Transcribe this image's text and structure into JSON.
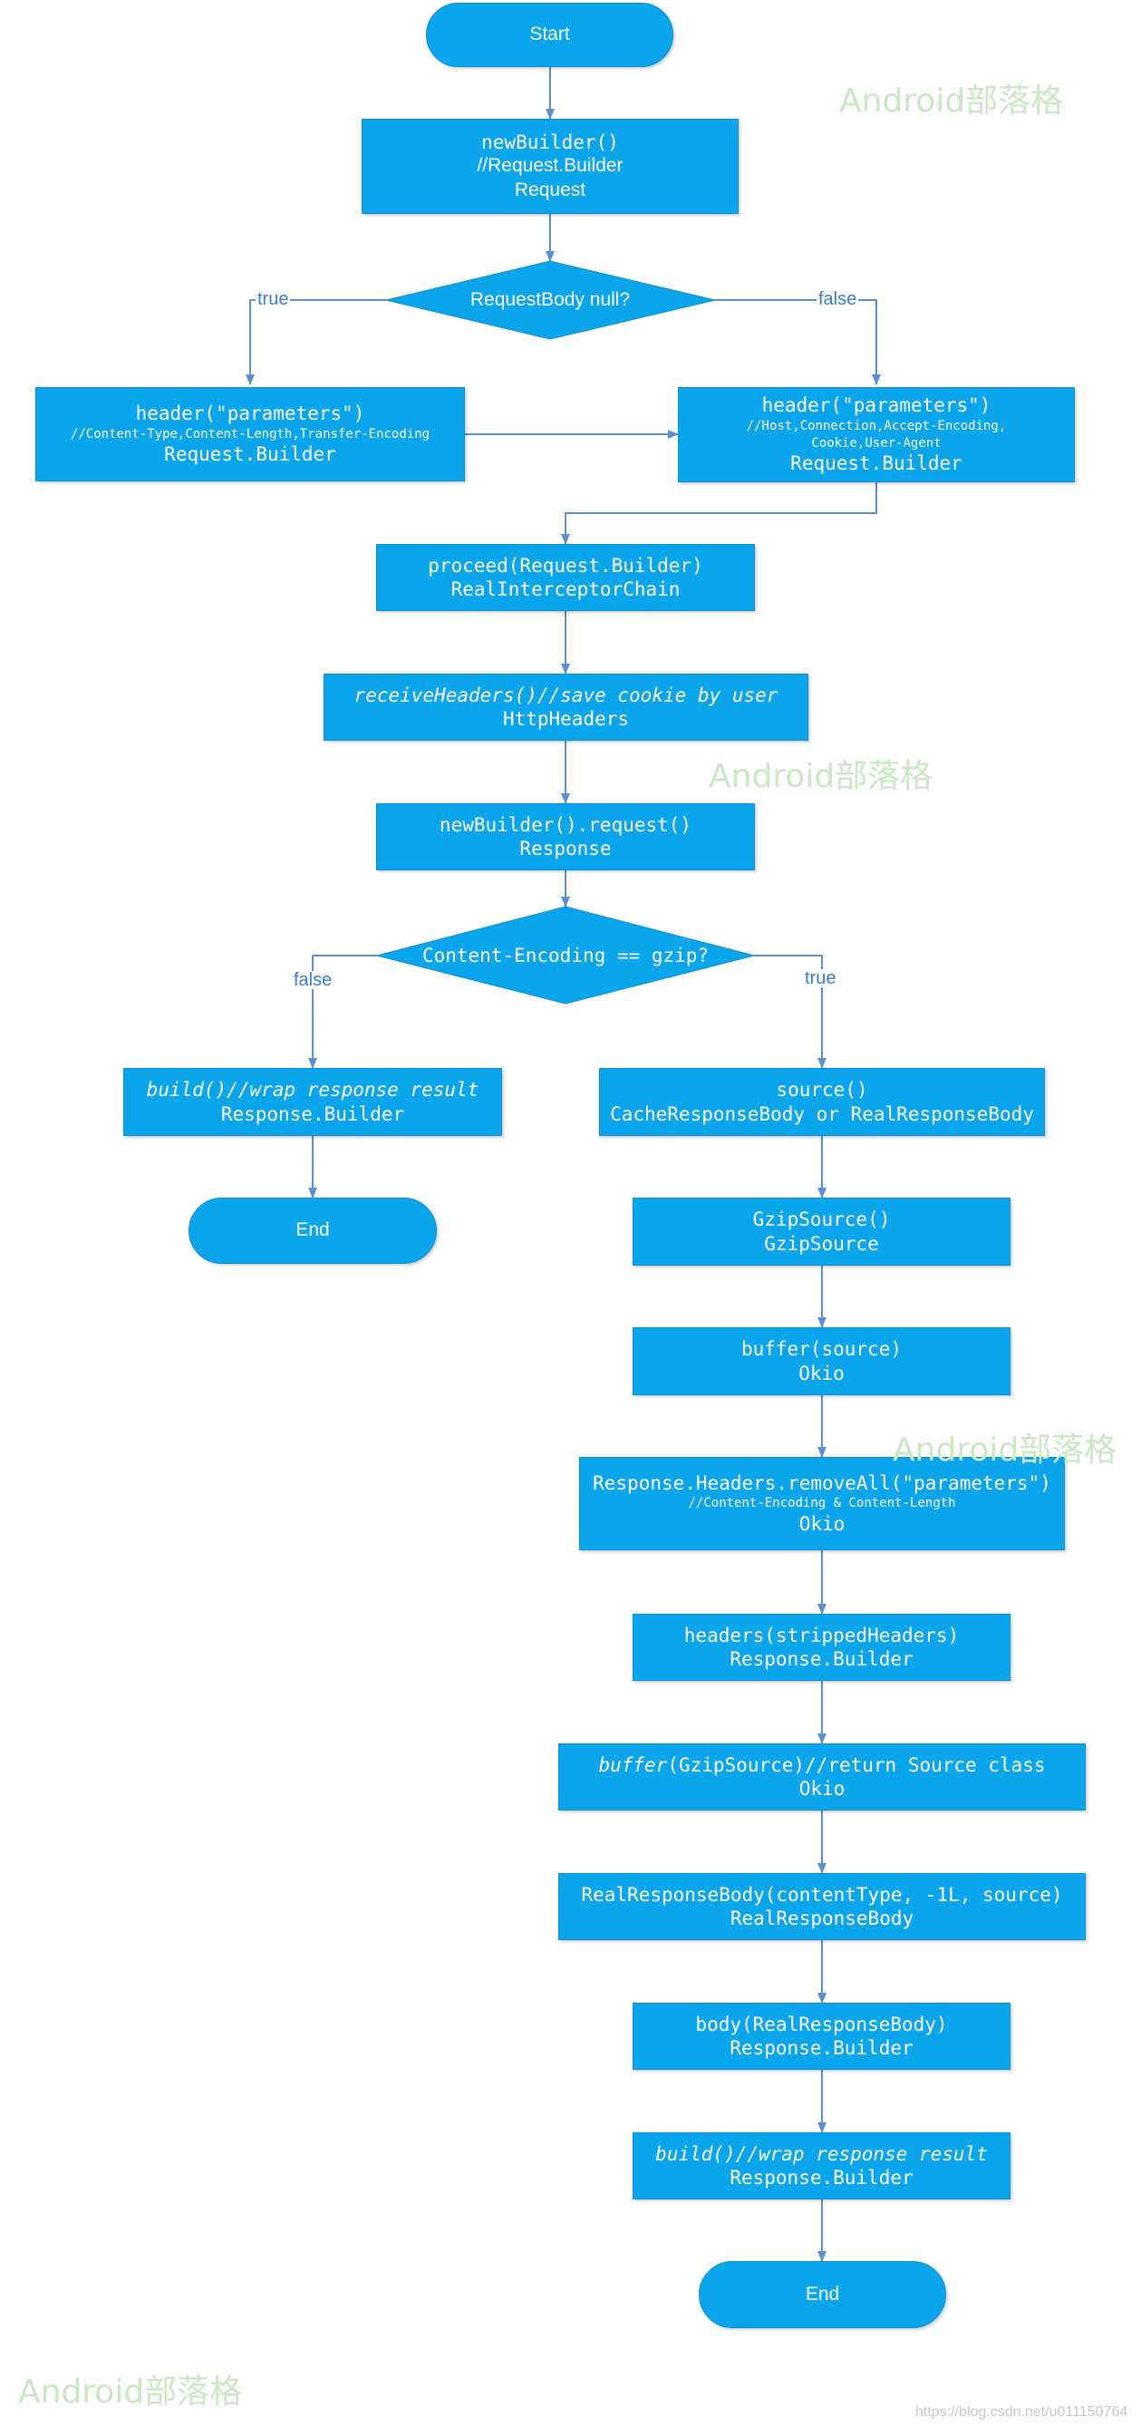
{
  "nodes": {
    "start": "Start",
    "new_builder": [
      "newBuilder()",
      "//Request.Builder",
      "Request"
    ],
    "decision_request_body": "RequestBody null?",
    "header_true": {
      "title": "header(\"parameters\")",
      "comment": "//Content-Type,Content-Length,Transfer-Encoding",
      "class": "Request.Builder"
    },
    "header_false": {
      "title": "header(\"parameters\")",
      "comment_1": "//Host,Connection,Accept-Encoding,",
      "comment_2": "Cookie,User-Agent",
      "class": "Request.Builder"
    },
    "proceed": [
      "proceed(Request.Builder)",
      "RealInterceptorChain"
    ],
    "receive_headers": [
      "receiveHeaders()//save cookie by user",
      "HttpHeaders"
    ],
    "new_builder_request": [
      "newBuilder().request()",
      "Response"
    ],
    "decision_gzip": "Content-Encoding == gzip?",
    "build_left": [
      "build()//wrap response result",
      "Response.Builder"
    ],
    "end_left": "End",
    "source": [
      "source()",
      "CacheResponseBody or RealResponseBody"
    ],
    "gzip_source": [
      "GzipSource()",
      "GzipSource"
    ],
    "buffer_source": [
      "buffer(source)",
      "Okio"
    ],
    "remove_all": {
      "title": "Response.Headers.removeAll(\"parameters\")",
      "comment": "//Content-Encoding & Content-Length",
      "class": "Okio"
    },
    "headers_stripped": [
      "headers(strippedHeaders)",
      "Response.Builder"
    ],
    "buffer_gzip": {
      "prefix": "buffer",
      "rest": "(GzipSource)//return Source class",
      "class": "Okio"
    },
    "real_response_body": [
      "RealResponseBody(contentType, -1L, source)",
      "RealResponseBody"
    ],
    "body": [
      "body(RealResponseBody)",
      "Response.Builder"
    ],
    "build_right": [
      "build()//wrap response result",
      "Response.Builder"
    ],
    "end_right": "End"
  },
  "edge_labels": {
    "rb_true": "true",
    "rb_false": "false",
    "gz_false": "false",
    "gz_true": "true"
  },
  "watermarks": [
    "Android部落格",
    "Android部落格",
    "Android部落格",
    "Android部落格"
  ],
  "footer_url": "https://blog.csdn.net/u011150764",
  "colors": {
    "node_fill": "#0ba5ec",
    "connector": "#5b8fd0",
    "label": "#3a7cc7",
    "watermark": "#c9e8c3"
  }
}
